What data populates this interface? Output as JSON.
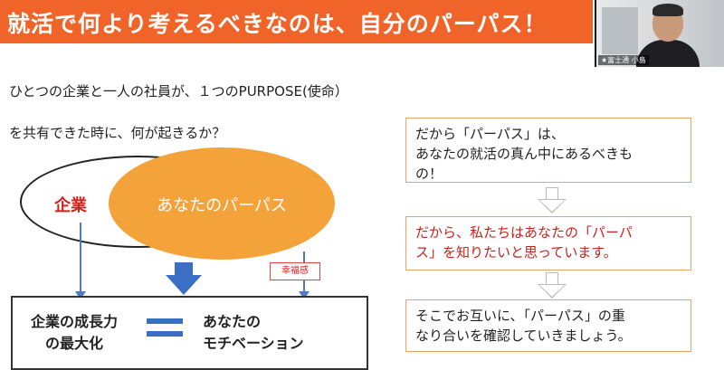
{
  "slide": {
    "title": "就活で何より考えるべきなのは、自分のパーパス！",
    "intro_line1": "ひとつの企業と一人の社員が、１つのPURPOSE(使命）",
    "intro_line2": "を共有できた時に、何が起きるか？",
    "diagram": {
      "company_label": "企業",
      "purpose_label": "あなたのパーパス",
      "happiness_label": "幸福感",
      "bottom_left": [
        "企業の成長力",
        "の最大化"
      ],
      "bottom_right": [
        "あなたの",
        "モチベーション"
      ]
    },
    "right_boxes": [
      {
        "lines": [
          "だから「パーパス」は、",
          "あなたの就活の真ん中にあるべきも",
          "の！"
        ]
      },
      {
        "lines": [
          "だから、私たちはあなたの「パーパ",
          "ス」を知りたいと思っています。"
        ]
      },
      {
        "lines": [
          "そこでお互いに、「パーパス」の重",
          "なり合いを確認していきましょう。"
        ]
      }
    ]
  },
  "video": {
    "participant_name": "★富士通 小島"
  },
  "colors": {
    "title_bar": "#f0642a",
    "purpose_ellipse": "#f4a23a",
    "company_red": "#d0211c",
    "arrow_blue": "#4f7bc0",
    "box_border": "#f0a35f"
  }
}
